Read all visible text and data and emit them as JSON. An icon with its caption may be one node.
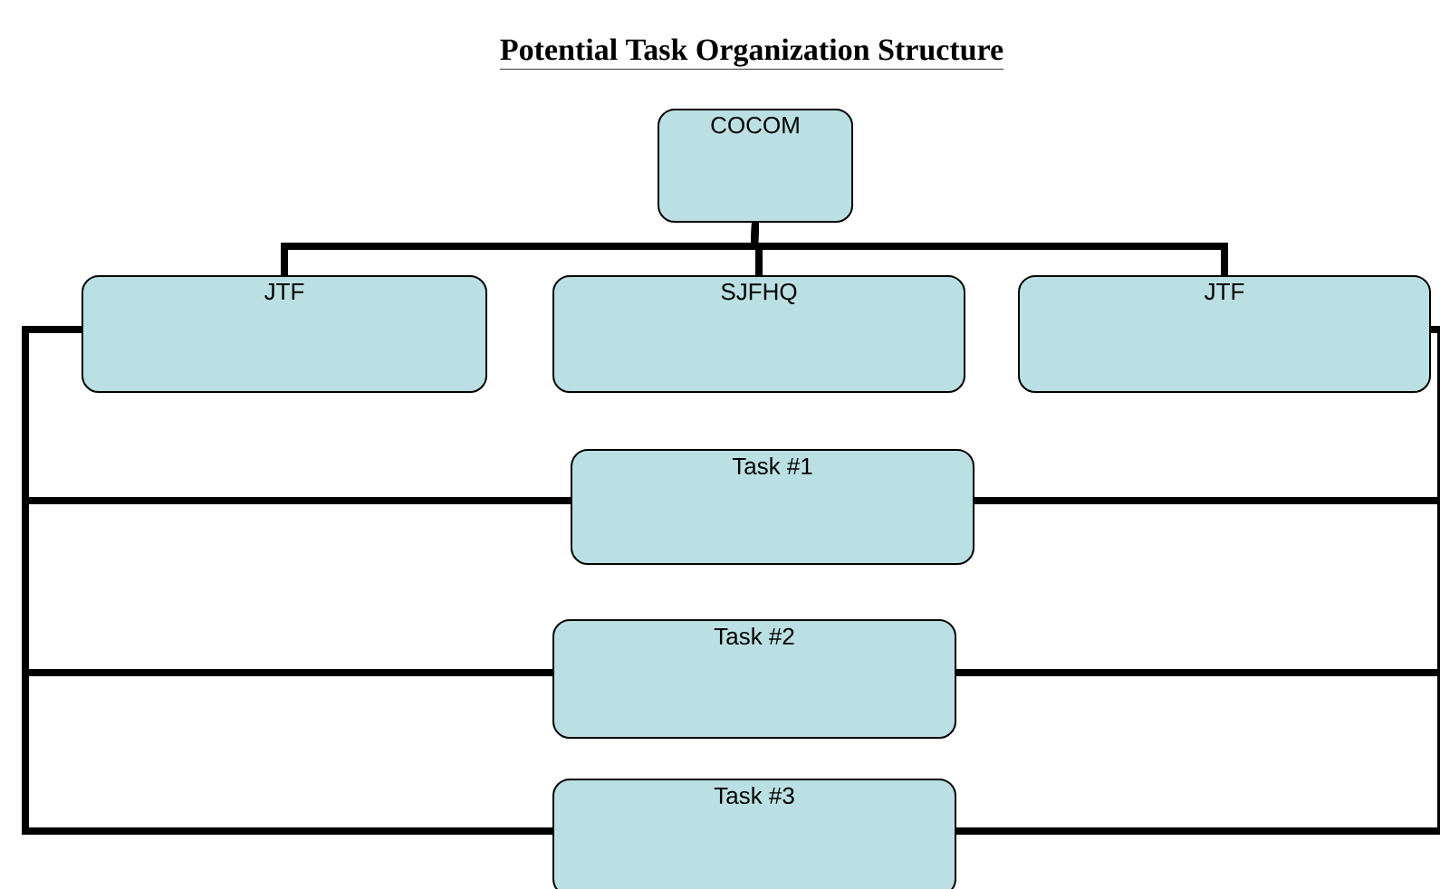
{
  "diagram": {
    "title": "Potential Task Organization Structure",
    "nodes": [
      {
        "text": [
          "COCOM"
        ]
      },
      {
        "text": [
          "JTF"
        ]
      },
      {
        "text": [
          "SJFHQ"
        ]
      },
      {
        "text": [
          "JTF"
        ]
      },
      {
        "text": [
          "Task #1"
        ]
      },
      {
        "text": [
          "Task #2"
        ]
      },
      {
        "text": [
          "Task #3"
        ]
      }
    ],
    "edges": [
      {
        "from": 0,
        "to": 1,
        "arrow": "none"
      },
      {
        "from": 0,
        "to": 2,
        "arrow": "none"
      },
      {
        "from": 0,
        "to": 3,
        "arrow": "none"
      },
      {
        "from": 1,
        "to": 4,
        "arrow": "none"
      },
      {
        "from": 1,
        "to": 5,
        "arrow": "none"
      },
      {
        "from": 1,
        "to": 6,
        "arrow": "none"
      },
      {
        "from": 3,
        "to": 4,
        "arrow": "none"
      },
      {
        "from": 3,
        "to": 5,
        "arrow": "none"
      },
      {
        "from": 3,
        "to": 6,
        "arrow": "none"
      }
    ]
  }
}
